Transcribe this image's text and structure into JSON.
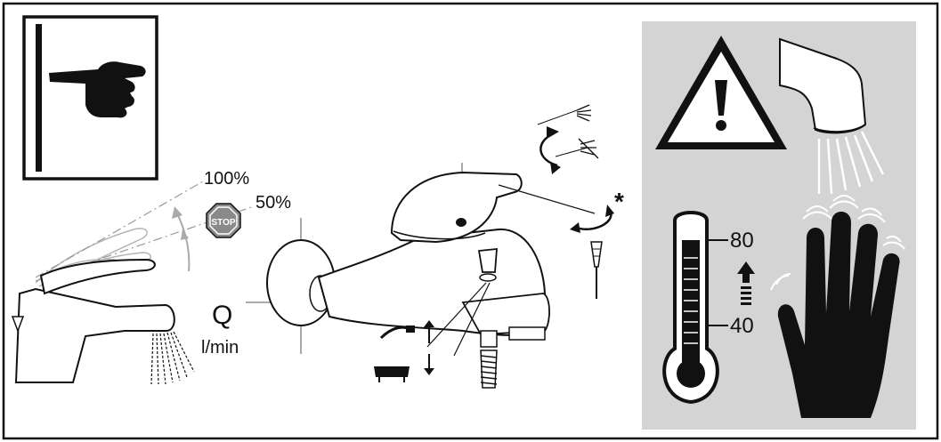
{
  "labels": {
    "flow_100": "100%",
    "flow_50": "50%",
    "stop_sign": "STOP",
    "flow_symbol": "Q",
    "flow_unit": "l/min",
    "asterisk": "*",
    "temp_high": "80",
    "temp_low": "40"
  },
  "colors": {
    "frame": "#111111",
    "panel_bg": "#d4d4d4",
    "ink": "#111111",
    "ghost_ink": "#b5b5b5",
    "stop_fill": "#8a8a8a"
  },
  "icons": [
    "hand-pointing-right-icon",
    "warning-triangle-icon",
    "thermometer-icon",
    "hand-heat-icon",
    "spout-spray-icon",
    "stop-sign-icon"
  ]
}
